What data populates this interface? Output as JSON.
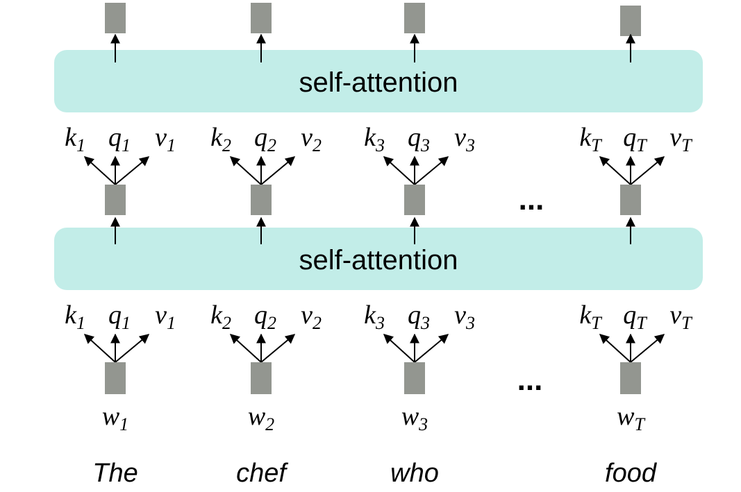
{
  "layers": [
    {
      "label": "self-attention"
    },
    {
      "label": "self-attention"
    }
  ],
  "columns": [
    {
      "k": "k",
      "q": "q",
      "v": "v",
      "sub": "1",
      "sub_italic": false,
      "input": "w",
      "word": "The"
    },
    {
      "k": "k",
      "q": "q",
      "v": "v",
      "sub": "2",
      "sub_italic": false,
      "input": "w",
      "word": "chef"
    },
    {
      "k": "k",
      "q": "q",
      "v": "v",
      "sub": "3",
      "sub_italic": false,
      "input": "w",
      "word": "who"
    },
    {
      "k": "k",
      "q": "q",
      "v": "v",
      "sub": "T",
      "sub_italic": true,
      "input": "w",
      "word": "food"
    }
  ],
  "ellipsis": "...",
  "colors": {
    "band": "#c2ede8",
    "vector_box": "#939690",
    "arrow": "#000000"
  }
}
